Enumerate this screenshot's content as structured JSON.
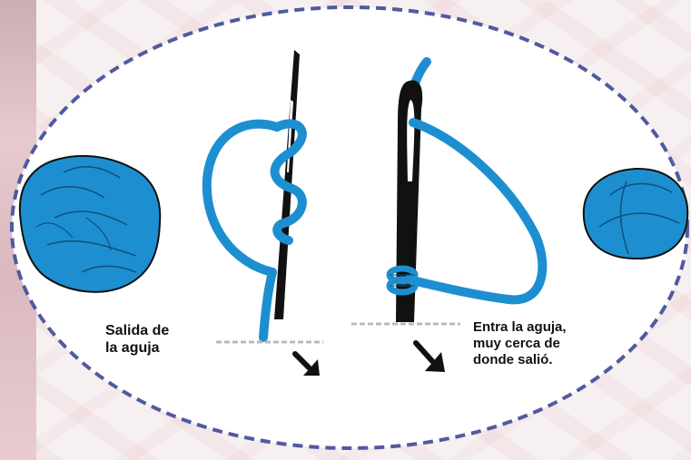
{
  "captions": {
    "needle_exit": "Salida de\nla aguja",
    "needle_enter": "Entra la aguja,\nmuy cerca de\ndonde salió."
  },
  "colors": {
    "thread": "#1d8fd1",
    "border": "#4f5aa0",
    "ink": "#111111"
  },
  "icons": [
    "knot-blob-left",
    "needle-left",
    "needle-right",
    "knot-ball-right",
    "arrow-left",
    "arrow-right"
  ]
}
